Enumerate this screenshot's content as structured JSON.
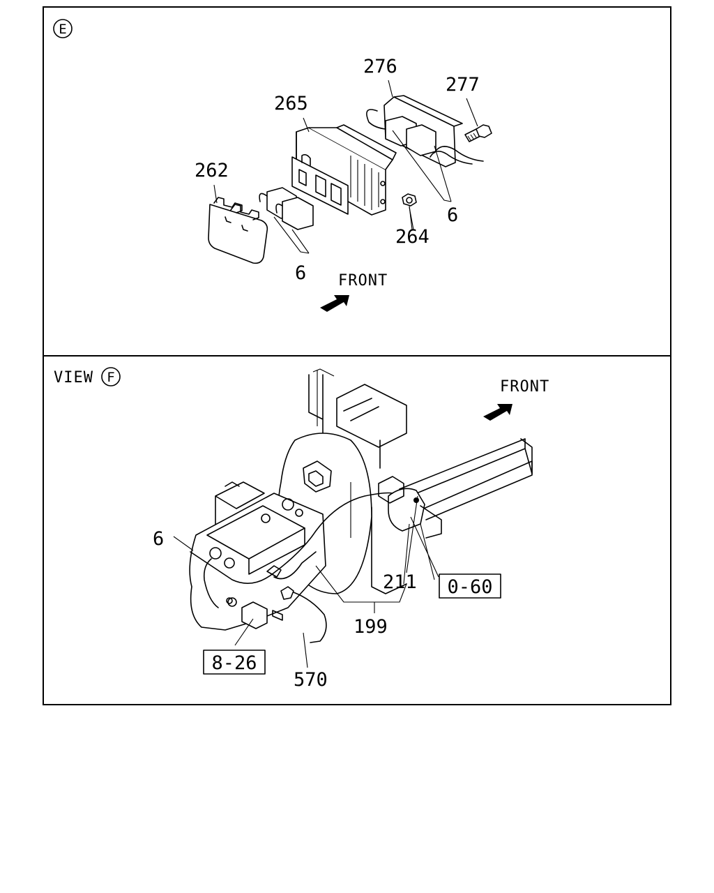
{
  "view_e": {
    "marker": "E",
    "front_label": "FRONT",
    "parts": {
      "p276": "276",
      "p277": "277",
      "p265": "265",
      "p262": "262",
      "p6a": "6",
      "p6b": "6",
      "p264": "264"
    }
  },
  "view_f": {
    "view_label": "VIEW",
    "marker": "F",
    "front_label": "FRONT",
    "parts": {
      "p6": "6",
      "p211": "211",
      "p199": "199",
      "p570": "570",
      "ref_060": "0-60",
      "ref_826": "8-26"
    }
  },
  "icons": [
    "front-arrow-icon",
    "circled-letter-icon"
  ],
  "colors": {
    "ink": "#000000",
    "paper": "#ffffff"
  }
}
